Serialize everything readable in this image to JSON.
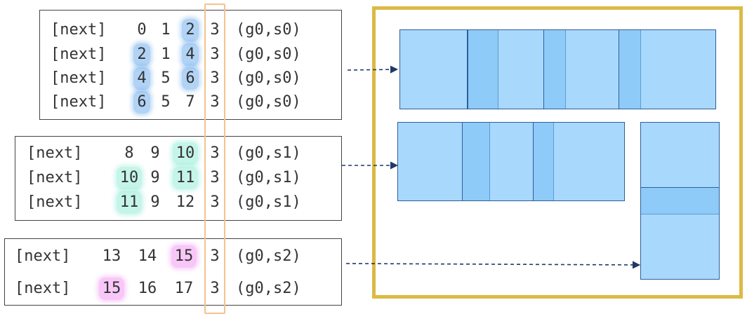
{
  "groups": [
    {
      "rows": [
        {
          "kw": "[next]",
          "a": "0",
          "b": "1",
          "c": "2",
          "d": "3",
          "tag": "(g0,s0)",
          "hl": [
            "c"
          ]
        },
        {
          "kw": "[next]",
          "a": "2",
          "b": "1",
          "c": "4",
          "d": "3",
          "tag": "(g0,s0)",
          "hl": [
            "a",
            "c"
          ]
        },
        {
          "kw": "[next]",
          "a": "4",
          "b": "5",
          "c": "6",
          "d": "3",
          "tag": "(g0,s0)",
          "hl": [
            "a",
            "c"
          ]
        },
        {
          "kw": "[next]",
          "a": "6",
          "b": "5",
          "c": "7",
          "d": "3",
          "tag": "(g0,s0)",
          "hl": [
            "a"
          ]
        }
      ],
      "highlight_color": "blue"
    },
    {
      "rows": [
        {
          "kw": "[next]",
          "a": "8",
          "b": "9",
          "c": "10",
          "d": "3",
          "tag": "(g0,s1)",
          "hl": [
            "c"
          ]
        },
        {
          "kw": "[next]",
          "a": "10",
          "b": "9",
          "c": "11",
          "d": "3",
          "tag": "(g0,s1)",
          "hl": [
            "a",
            "c"
          ]
        },
        {
          "kw": "[next]",
          "a": "11",
          "b": "9",
          "c": "12",
          "d": "3",
          "tag": "(g0,s1)",
          "hl": [
            "a"
          ]
        }
      ],
      "highlight_color": "teal"
    },
    {
      "rows": [
        {
          "kw": "[next]",
          "a": "13",
          "b": "14",
          "c": "15",
          "d": "3",
          "tag": "(g0,s2)",
          "hl": [
            "c"
          ]
        },
        {
          "kw": "[next]",
          "a": "15",
          "b": "16",
          "c": "17",
          "d": "3",
          "tag": "(g0,s2)",
          "hl": [
            "a"
          ]
        }
      ],
      "highlight_color": "pink"
    }
  ],
  "colors": {
    "frame": "#dcba44",
    "column_marker": "#f5c28c",
    "block_fill": "#a9d8fd",
    "block_dark": "#8ecbf8",
    "block_border": "#2f5e99",
    "arrow": "#1f3a66"
  }
}
